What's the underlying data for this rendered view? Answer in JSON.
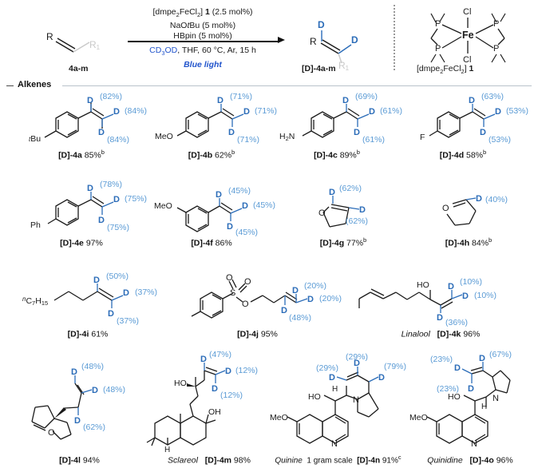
{
  "scheme": {
    "substrate_label": "4a-m",
    "product_label": "[D]-4a-m",
    "substrate_R": "R",
    "substrate_R1": "R1",
    "product_R": "R",
    "product_R1": "R1",
    "product_D_top": "D",
    "product_D_right": "D",
    "conditions": {
      "line1_pre": "[dmpe",
      "line1_sub": "2",
      "line1_post": "FeCl",
      "line1_sub2": "2",
      "line1_full": "[dmpe2FeCl2] 1 (2.5 mol%)",
      "line1_bold": "1",
      "line1_tail": "(2.5 mol%)",
      "line2": "NaOtBu (5 mol%)",
      "line2_pre": "NaO",
      "line2_ital": "t",
      "line2_post": "Bu (5 mol%)",
      "line3": "HBpin (5 mol%)",
      "line4_solvent": "CD3OD",
      "line4_rest": ", THF, 60 °C, Ar, 15 h",
      "line5": "Blue light"
    },
    "catalyst": {
      "name_pre": "[dmpe",
      "name_sub": "2",
      "name_mid": "FeCl",
      "name_sub2": "2",
      "name_post": "]",
      "name_bold": "1",
      "metal": "Fe",
      "ligand_P": "P",
      "axial_Cl": "Cl"
    }
  },
  "section": {
    "label": "Alkenes"
  },
  "products": [
    {
      "id": "4a",
      "name_bold": "[D]-4a",
      "yield": "85%",
      "footnote": "b",
      "trivial": "",
      "note": "",
      "substituent": "tBu",
      "sub_pre": "t",
      "sub_post": "Bu",
      "incorporations": [
        "(82%)",
        "(84%)",
        "(84%)"
      ],
      "type": "styrene"
    },
    {
      "id": "4b",
      "name_bold": "[D]-4b",
      "yield": "62%",
      "footnote": "b",
      "trivial": "",
      "note": "",
      "substituent": "MeO",
      "incorporations": [
        "(71%)",
        "(71%)",
        "(71%)"
      ],
      "type": "styrene"
    },
    {
      "id": "4c",
      "name_bold": "[D]-4c",
      "yield": "89%",
      "footnote": "b",
      "trivial": "",
      "note": "",
      "substituent": "H2N",
      "incorporations": [
        "(69%)",
        "(61%)",
        "(61%)"
      ],
      "type": "styrene"
    },
    {
      "id": "4d",
      "name_bold": "[D]-4d",
      "yield": "58%",
      "footnote": "b",
      "trivial": "",
      "note": "",
      "substituent": "F",
      "incorporations": [
        "(63%)",
        "(53%)",
        "(53%)"
      ],
      "type": "styrene"
    },
    {
      "id": "4e",
      "name_bold": "[D]-4e",
      "yield": "97%",
      "footnote": "",
      "trivial": "",
      "note": "",
      "substituent": "Ph",
      "incorporations": [
        "(78%)",
        "(75%)",
        "(75%)"
      ],
      "type": "styrene"
    },
    {
      "id": "4f",
      "name_bold": "[D]-4f",
      "yield": "86%",
      "footnote": "",
      "trivial": "",
      "note": "",
      "substituent": "MeO",
      "incorporations": [
        "(45%)",
        "(45%)",
        "(45%)"
      ],
      "type": "styrene-meta"
    },
    {
      "id": "4g",
      "name_bold": "[D]-4g",
      "yield": "77%",
      "footnote": "b",
      "trivial": "",
      "note": "",
      "substituent": "O",
      "incorporations": [
        "(62%)",
        "(62%)"
      ],
      "type": "dihydrofuran"
    },
    {
      "id": "4h",
      "name_bold": "[D]-4h",
      "yield": "84%",
      "footnote": "b",
      "trivial": "",
      "note": "",
      "substituent": "O",
      "incorporations": [
        "(40%)"
      ],
      "type": "dihydropyran"
    },
    {
      "id": "4i",
      "name_bold": "[D]-4i",
      "yield": "61%",
      "footnote": "",
      "trivial": "",
      "note": "",
      "substituent": "nC7H15",
      "incorporations": [
        "(50%)",
        "(37%)",
        "(37%)"
      ],
      "type": "alkyl-alkene"
    },
    {
      "id": "4j",
      "name_bold": "[D]-4j",
      "yield": "95%",
      "footnote": "",
      "trivial": "",
      "note": "",
      "substituent": "Ts-O",
      "incorporations": [
        "(20%)",
        "(20%)",
        "(48%)"
      ],
      "type": "tosylate"
    },
    {
      "id": "4k",
      "name_bold": "[D]-4k",
      "yield": "96%",
      "footnote": "",
      "trivial": "Linalool",
      "note": "",
      "substituent": "HO",
      "incorporations": [
        "(10%)",
        "(10%)",
        "(36%)"
      ],
      "type": "linalool"
    },
    {
      "id": "4l",
      "name_bold": "[D]-4l",
      "yield": "94%",
      "footnote": "",
      "trivial": "",
      "note": "",
      "substituent": "O",
      "incorporations": [
        "(48%)",
        "(48%)",
        "(62%)"
      ],
      "type": "bicyclic"
    },
    {
      "id": "4m",
      "name_bold": "[D]-4m",
      "yield": "98%",
      "footnote": "",
      "trivial": "Sclareol",
      "note": "",
      "substituent": "HO",
      "incorporations": [
        "(47%)",
        "(12%)",
        "(12%)"
      ],
      "type": "sclareol"
    },
    {
      "id": "4n",
      "name_bold": "[D]-4n",
      "yield": "91%",
      "footnote": "c",
      "trivial": "Quinine",
      "note": "1 gram scale",
      "substituent": "MeO",
      "incorporations": [
        "(29%)",
        "(29%)",
        "(79%)"
      ],
      "type": "quinine"
    },
    {
      "id": "4o",
      "name_bold": "[D]-4o",
      "yield": "96%",
      "footnote": "",
      "trivial": "Quinidine",
      "note": "",
      "substituent": "MeO",
      "incorporations": [
        "(23%)",
        "(23%)",
        "(67%)"
      ],
      "type": "quinidine"
    }
  ],
  "atom_labels": {
    "D": "D",
    "O": "O",
    "N": "N",
    "H": "H",
    "S": "S",
    "Cl": "Cl",
    "P": "P",
    "Fe": "Fe",
    "OH": "OH",
    "HO": "HO",
    "MeO": "MeO",
    "Me": "Me",
    "Ph": "Ph",
    "F": "F",
    "H2N": "H2N"
  },
  "colors": {
    "deuterium_blue": "#2b6cb8",
    "percent_blue": "#5b9bd5",
    "blue_light_text": "#2255cc",
    "structure_black": "#1a1a1a",
    "rule_gray": "#b9c3cb"
  }
}
